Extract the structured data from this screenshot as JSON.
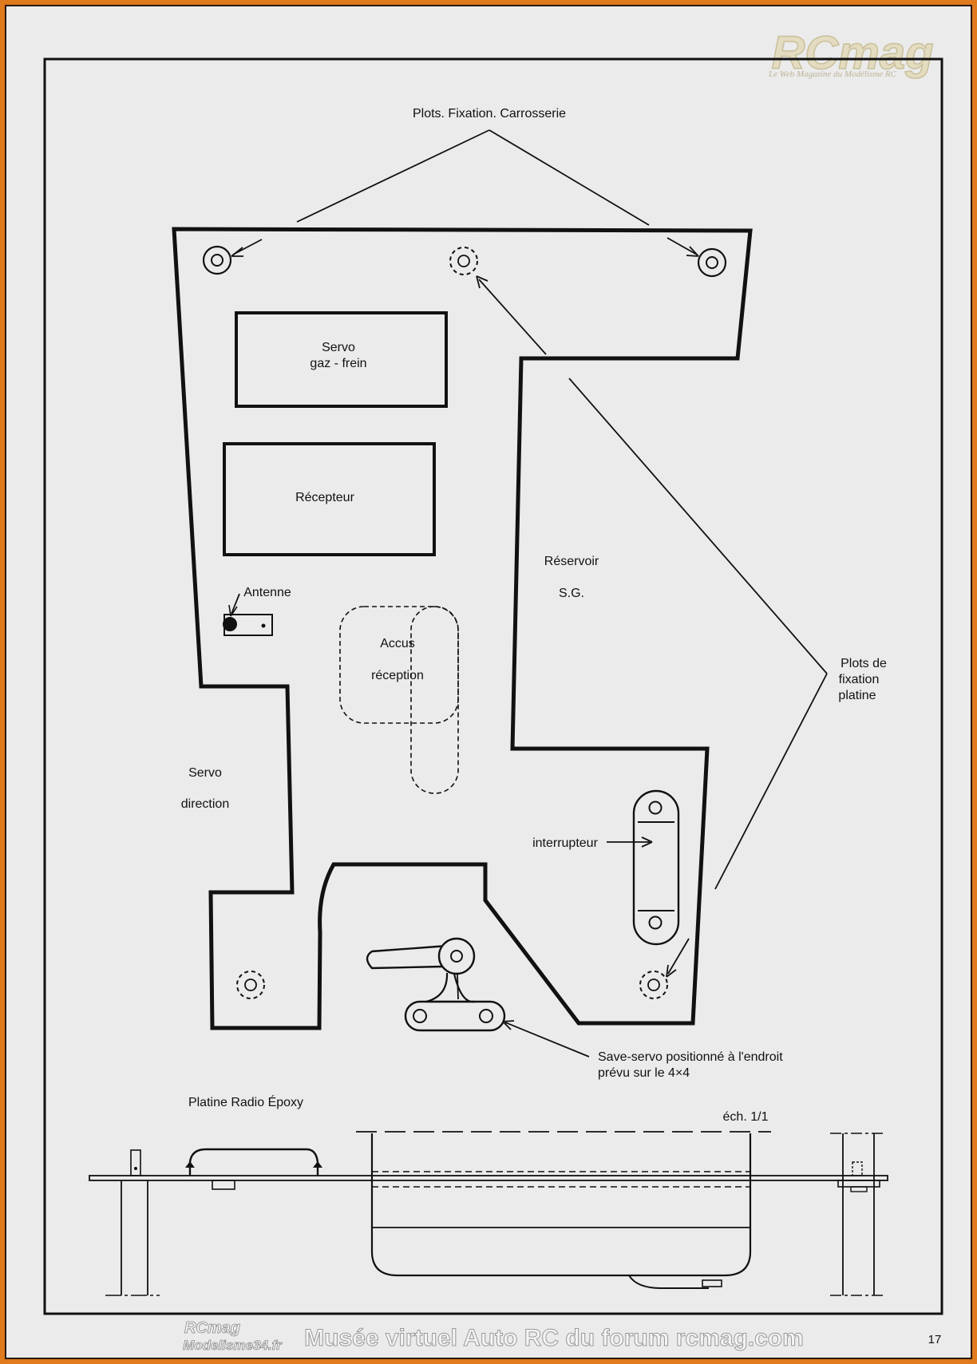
{
  "watermark": {
    "logo": "RCmag",
    "tagline": "Le Web Magazine du Modélisme RC"
  },
  "labels": {
    "plots_carrosserie": "Plots. Fixation. Carrosserie",
    "servo_gaz_line1": "Servo",
    "servo_gaz_line2": "gaz - frein",
    "recepteur": "Récepteur",
    "reservoir_line1": "Réservoir",
    "reservoir_line2": "S.G.",
    "antenne": "Antenne",
    "accus_line1": "Accus",
    "accus_line2": "réception",
    "plots_platine_line1": "Plots de",
    "plots_platine_line2": "fixation",
    "plots_platine_line3": "platine",
    "servo_direction_line1": "Servo",
    "servo_direction_line2": "direction",
    "interrupteur": "interrupteur",
    "save_servo_line1": "Save-servo positionné à l'endroit",
    "save_servo_line2": "prévu sur le 4×4",
    "platine_title": "Platine Radio Époxy",
    "scale": "éch. 1/1"
  },
  "footer": {
    "logo_top": "RCmag",
    "logo_bottom": "Modelisme34.fr",
    "museum_text": "Musée virtuel Auto RC du forum rcmag.com",
    "page_number": "17"
  }
}
